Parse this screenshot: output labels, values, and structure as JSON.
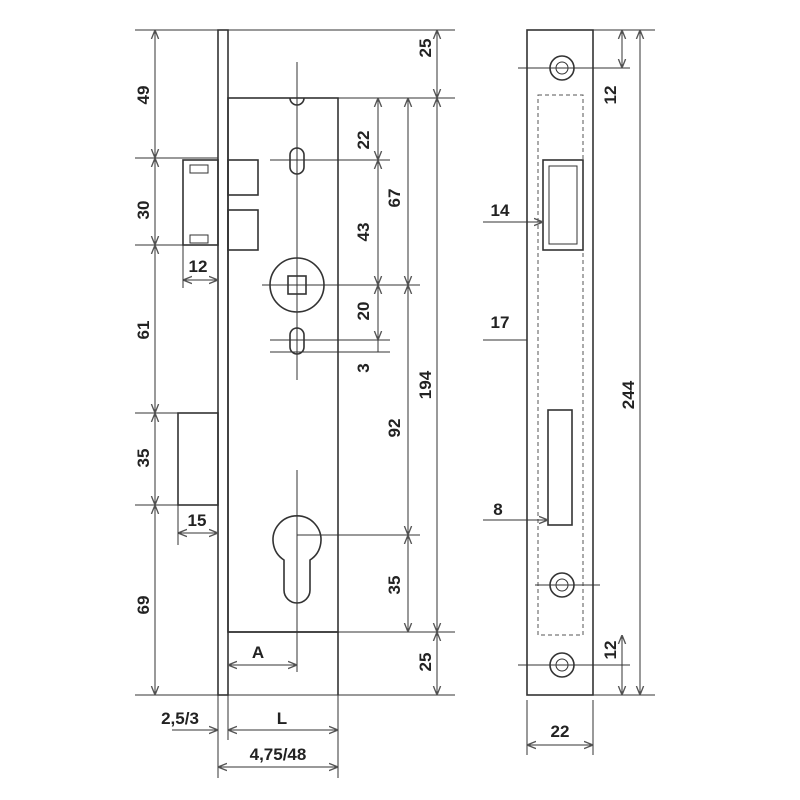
{
  "lock_case": {
    "left_dims": [
      "49",
      "30",
      "61",
      "35",
      "69"
    ],
    "latch_width": "12",
    "deadbolt_width": "15",
    "faceplate_thickness": "2,5/3",
    "L": "L",
    "A": "A",
    "total_width": "4,75/48",
    "right_inner_dims": [
      "22",
      "43",
      "20",
      "3"
    ],
    "right_mid_dims": [
      "67",
      "92",
      "35"
    ],
    "right_outer_dims": [
      "25",
      "194",
      "25"
    ]
  },
  "strike_plate": {
    "top_hole": "12",
    "latch_hole": "14",
    "offset": "17",
    "bolt_hole": "8",
    "bottom_hole": "12",
    "height": "244",
    "width": "22"
  }
}
